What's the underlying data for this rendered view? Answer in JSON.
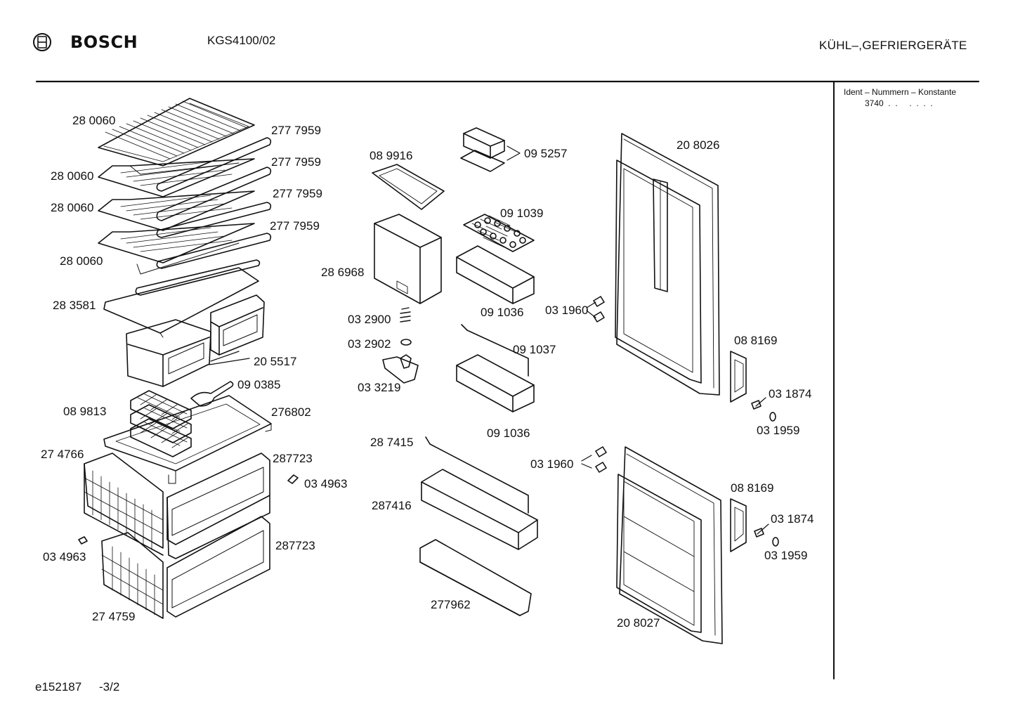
{
  "header": {
    "brand": "BOSCH",
    "model": "KGS4100/02",
    "category": "KÜHL–,GEFRIERGERÄTE"
  },
  "ident": {
    "title": "Ident – Nummern – Konstante",
    "value": "3740  .  .     .  .  .  ."
  },
  "footer": {
    "code": "e152187",
    "page": "-3/2"
  },
  "parts": [
    "28 0060",
    "277 7959",
    "28 0060",
    "277 7959",
    "28 0060",
    "277 7959",
    "28 0060",
    "277 7959",
    "28 3581",
    "20 5517",
    "09 0385",
    "08 9813",
    "276802",
    "27 4766",
    "287723",
    "03 4963",
    "03 4963",
    "287723",
    "27 4759",
    "08 9916",
    "09 5257",
    "09 1039",
    "28 6968",
    "03 2900",
    "09 1036",
    "03 2902",
    "09 1037",
    "03 3219",
    "09 1036",
    "28 7415",
    "287416",
    "277962",
    "20 8026",
    "03 1960",
    "08 8169",
    "03 1874",
    "03 1959",
    "03 1960",
    "08 8169",
    "03 1874",
    "03 1959",
    "20 8027"
  ]
}
